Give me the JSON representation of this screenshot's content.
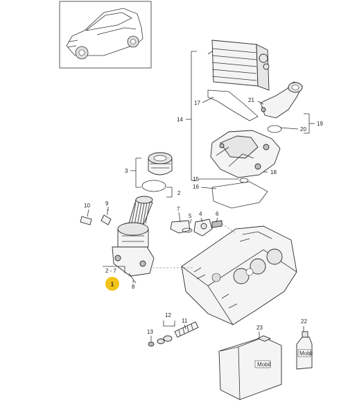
{
  "callouts": {
    "c1": "1",
    "c2": "2",
    "c2_7": "2 - 7",
    "c3": "3",
    "c4": "4",
    "c5": "5",
    "c6": "6",
    "c7": "7",
    "c8": "8",
    "c9": "9",
    "c10": "10",
    "c11": "11",
    "c12": "12",
    "c13": "13",
    "c14": "14",
    "c15": "15",
    "c16": "16",
    "c17": "17",
    "c18": "18",
    "c19": "19",
    "c20": "20",
    "c21": "21",
    "c22": "22",
    "c23": "23"
  },
  "labels": {
    "oil_brand_small": "Mobil",
    "oil_brand_large": "Mobil"
  },
  "colors": {
    "highlight": "#f2c318"
  }
}
